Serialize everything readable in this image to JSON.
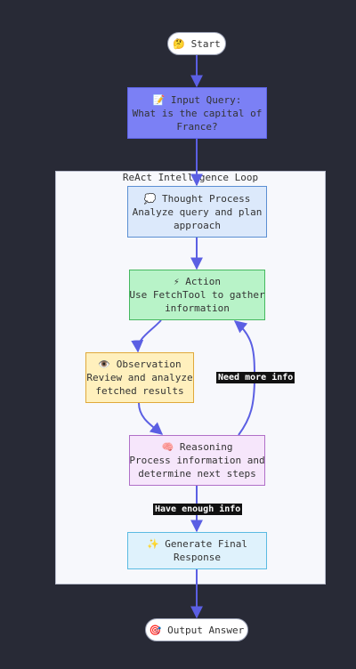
{
  "nodes": {
    "start": {
      "icon": "🤔",
      "lines": [
        "Start"
      ]
    },
    "input": {
      "icon": "📝",
      "lines": [
        "Input Query:",
        "What is the capital of",
        "France?"
      ]
    },
    "thought": {
      "icon": "💭",
      "lines": [
        "Thought Process",
        "Analyze query and plan",
        "approach"
      ]
    },
    "action": {
      "icon": "⚡",
      "lines": [
        "Action",
        "Use FetchTool to gather",
        "information"
      ]
    },
    "observe": {
      "icon": "👁️",
      "lines": [
        "Observation",
        "Review and analyze",
        "fetched results"
      ]
    },
    "reason": {
      "icon": "🧠",
      "lines": [
        "Reasoning",
        "Process information and",
        "determine next steps"
      ]
    },
    "generate": {
      "icon": "✨",
      "lines": [
        "Generate Final",
        "Response"
      ]
    },
    "output": {
      "icon": "🎯",
      "lines": [
        "Output Answer"
      ]
    }
  },
  "subgraph": {
    "title": "ReAct Intelligence Loop"
  },
  "edge_labels": {
    "need_more": "Need more info",
    "have_enough": "Have enough info"
  },
  "colors": {
    "edge": "#5b5fe3",
    "background": "#282a36"
  }
}
